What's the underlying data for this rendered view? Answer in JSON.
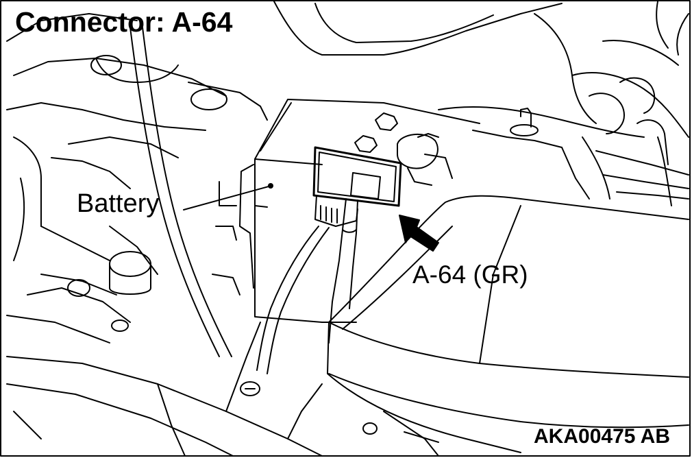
{
  "figure": {
    "title": "Connector: A-64",
    "battery_label": "Battery",
    "connector_label": "A-64 (GR)",
    "figure_id": "AKA00475 AB"
  }
}
